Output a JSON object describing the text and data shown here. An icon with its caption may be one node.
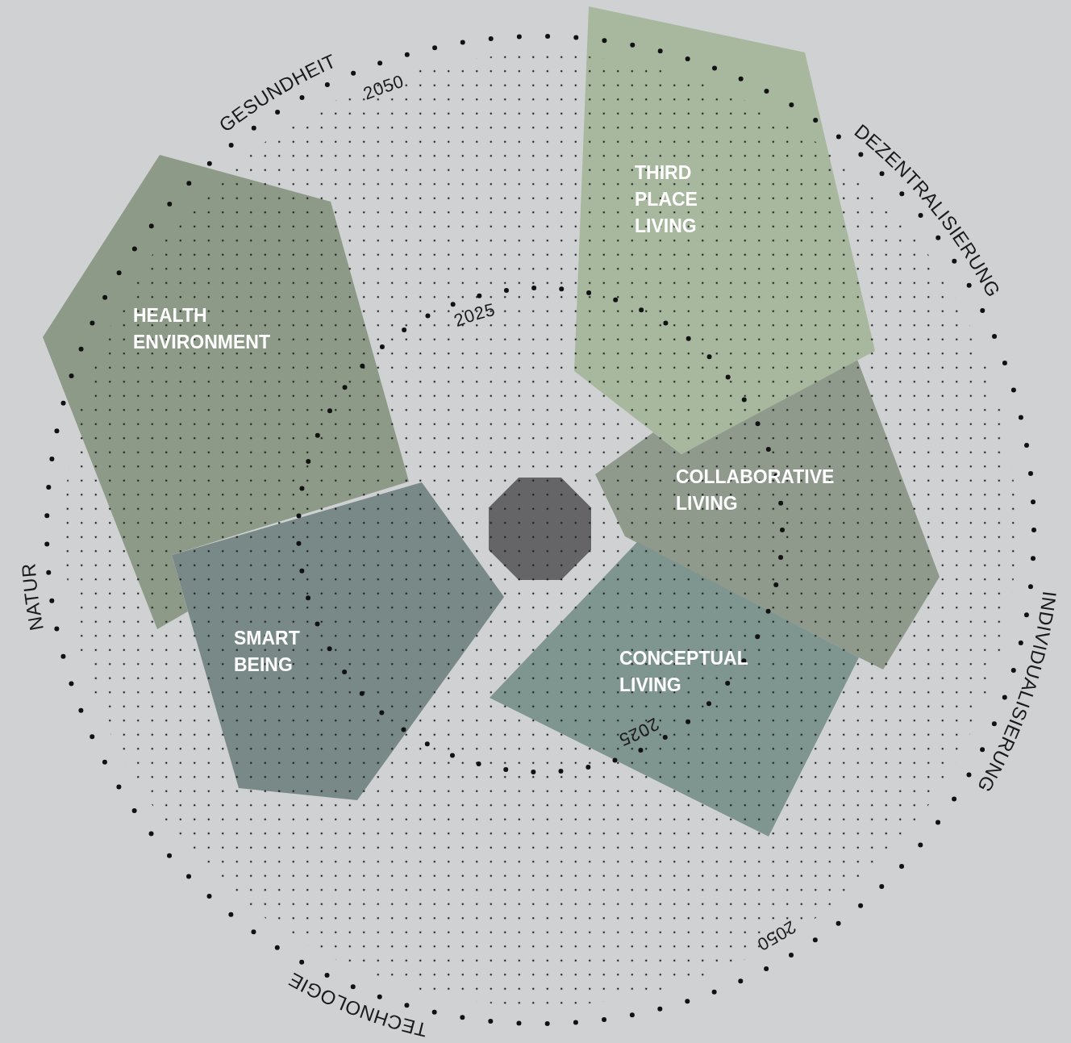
{
  "diagram": {
    "nodes": [
      {
        "text": [
          "THIRD PLACE LIVING"
        ]
      },
      {
        "text": [
          "HEALTH ENVIRONMENT"
        ]
      },
      {
        "text": [
          "COLLABORATIVE LIVING"
        ]
      },
      {
        "text": [
          "SMART BEING"
        ]
      },
      {
        "text": [
          "CONCEPTUAL LIVING"
        ]
      },
      {
        "text": [],
        "shape": "octagon"
      }
    ],
    "labels": [
      "GESUNDHEIT",
      "2050",
      "DEZENTRALISIERUNG",
      "2025",
      "NATUR",
      "INDIVIDUALISIERUNG",
      "2025",
      "2050",
      "TECHNOLOGIE"
    ]
  }
}
